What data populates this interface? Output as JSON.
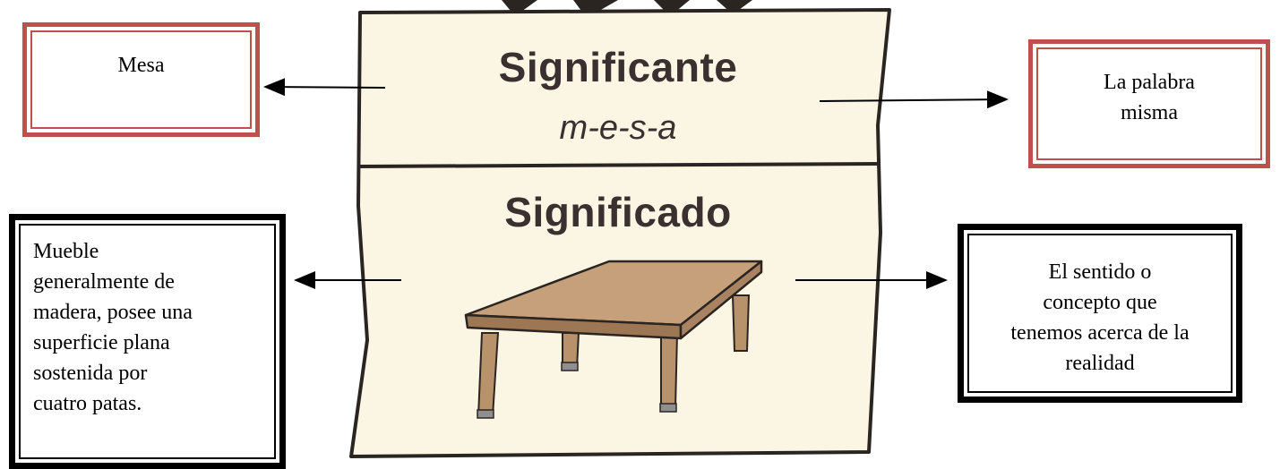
{
  "card": {
    "top_label": "Significante",
    "word": "m-e-s-a",
    "bottom_label": "Significado",
    "illustration": "table-illustration"
  },
  "boxes": {
    "top_left": "Mesa",
    "top_right": [
      "La palabra",
      "misma"
    ],
    "bottom_left": [
      "Mueble",
      "generalmente de",
      "madera, posee una",
      "superficie plana",
      "sostenida por",
      "cuatro patas."
    ],
    "bottom_right": [
      "El sentido o",
      "concepto que",
      "tenemos acerca de la",
      "realidad"
    ]
  },
  "colors": {
    "card_fill": "#fbf6e3",
    "card_outline": "#2b2522",
    "red_border": "#c0504d",
    "table_top": "#b8926b",
    "table_edge": "#8a6a4c"
  }
}
